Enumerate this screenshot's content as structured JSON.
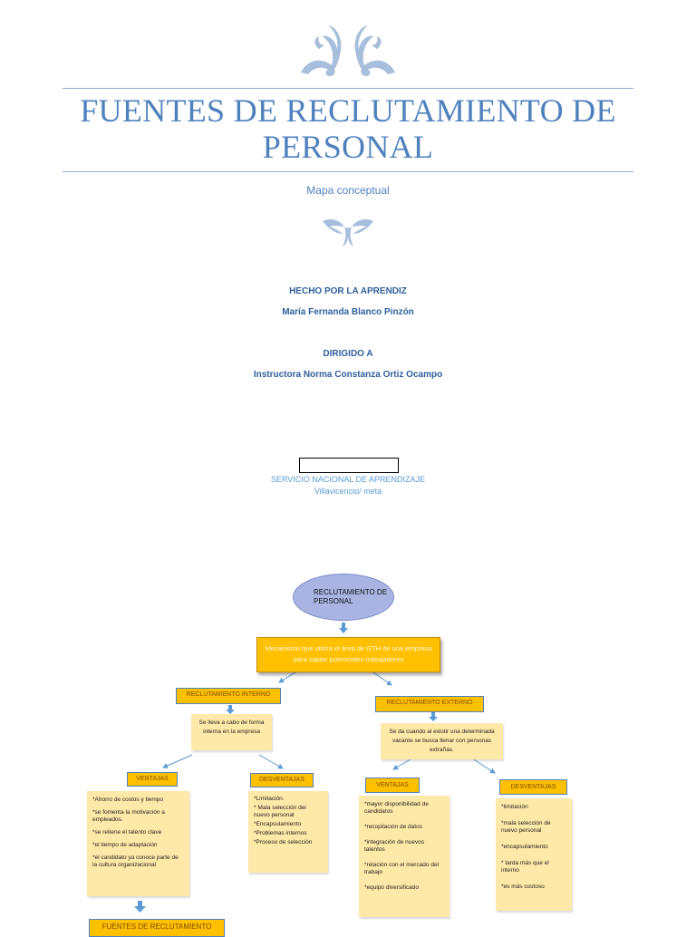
{
  "cover": {
    "title_line1": "FUENTES DE RECLUTAMIENTO DE",
    "title_line2": "PERSONAL",
    "subtitle": "Mapa conceptual",
    "made_by_label": "HECHO POR LA APRENDIZ",
    "made_by_name": "María Fernanda Blanco Pinzón",
    "directed_label": "DIRIGIDO A",
    "directed_name": "Instructora Norma Constanza Ortiz Ocampo",
    "institution": "SERVICIO NACIONAL DE APRENDIZAJE",
    "location": "Villavicencio/ meta",
    "accent_color": "#4f81bd"
  },
  "map": {
    "root": "RECLUTAMIENTO DE PERSONAL",
    "definition": "Mecanismo que utiliza el área de GTH de una empresa para captar potenciales trabajadores",
    "internal": {
      "label": "RECLUTAMIENTO INTERNO",
      "description": "Se lleva a cabo de forma interna en la empresa",
      "advantages_label": "VENTAJAS",
      "advantages": [
        "*Ahorro de costos y tiempo",
        "*se fomenta la motivación a empleados.",
        "*se retiene el talento clave",
        "*el tiempo de adaptación",
        "*el candidato ya conoce parte de la cultura organizacional"
      ],
      "disadvantages_label": "DESVENTAJAS",
      "disadvantages": [
        "*Limitación.",
        "* Mala selección del nuevo personal",
        "*Encapsulamiento",
        "*Problemas internos",
        "*Proceso de selección"
      ]
    },
    "external": {
      "label": "RECLUTAMIENTO EXTERNO",
      "description": "Se da cuando al existir una determinada vacante se busca llenar con personas extrañas.",
      "advantages_label": "VENTAJAS",
      "advantages": [
        "*mayor disponibilidad de candidatos",
        "*recopilación de datos",
        "*integración de nuevos talentos",
        "*relación con el mercado del trabajo",
        "*equipo diversificado"
      ],
      "disadvantages_label": "DESVENTAJAS",
      "disadvantages": [
        "*limitación",
        "*mala selección de nuevo personal",
        "*encapsulamiento",
        "* tarda más que el interno",
        "*es más costoso"
      ]
    },
    "bottom_label": "FUENTES DE RECLUTAMIENTO",
    "orange": "#ffc000",
    "note_color": "#ffe9a8",
    "ellipse_color": "#a9b4e3",
    "arrow_color": "#5b9bd5"
  }
}
